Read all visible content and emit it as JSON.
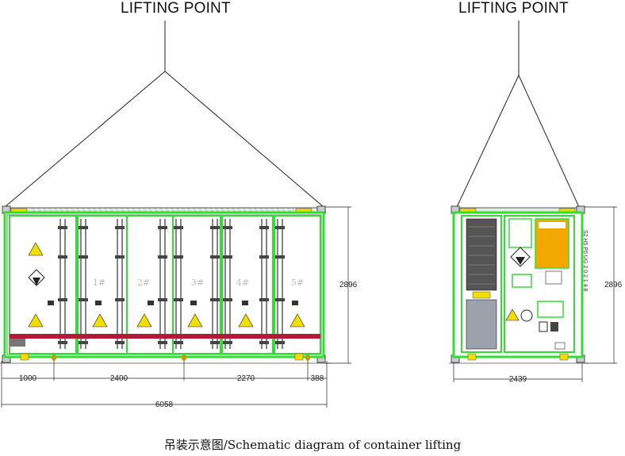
{
  "labels": {
    "lifting_point_left": "LIFTING POINT",
    "lifting_point_right": "LIFTING POINT"
  },
  "caption": "吊装示意图/Schematic diagram of container lifting",
  "front_view": {
    "doors": [
      "1#",
      "2#",
      "3#",
      "4#",
      "5#"
    ],
    "height_dim": "2896",
    "bottom_dims": [
      "1000",
      "2400",
      "2270",
      "388"
    ],
    "total_length": "6058"
  },
  "side_view": {
    "height_dim": "2896",
    "width_dim": "2439",
    "edge_text": "S2 H5 P6 UG 2 0 2 1 4 8"
  },
  "colors": {
    "frame_green": "#33dd33",
    "warning_yellow": "#f2dd00",
    "band_red": "#b21a36",
    "line": "#222222"
  }
}
